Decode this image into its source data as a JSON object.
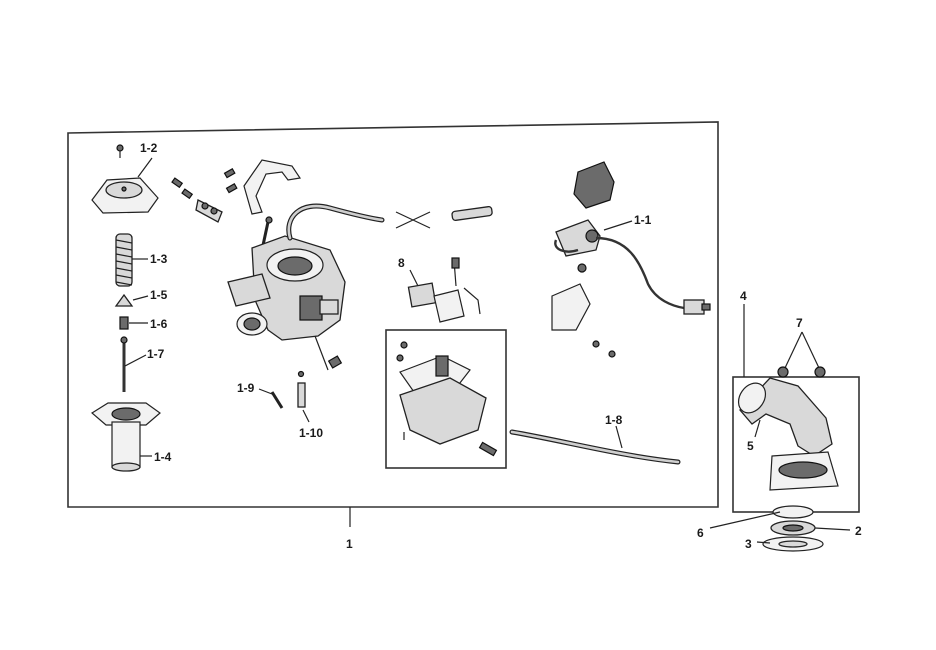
{
  "callouts": {
    "main_assembly": "1",
    "auto_choke": "1-1",
    "top_cover": "1-2",
    "spring": "1-3",
    "vacuum_piston": "1-4",
    "needle_retainer": "1-5",
    "needle_clip": "1-6",
    "jet_needle": "1-7",
    "fuel_hose": "1-8",
    "jet_screw_small": "1-9",
    "jet_screw_large": "1-10",
    "intake_manifold": "4",
    "float": "8",
    "clamp": "5",
    "clamp_pair": "7",
    "o_ring": "6",
    "gasket": "2",
    "insulator": "3"
  }
}
